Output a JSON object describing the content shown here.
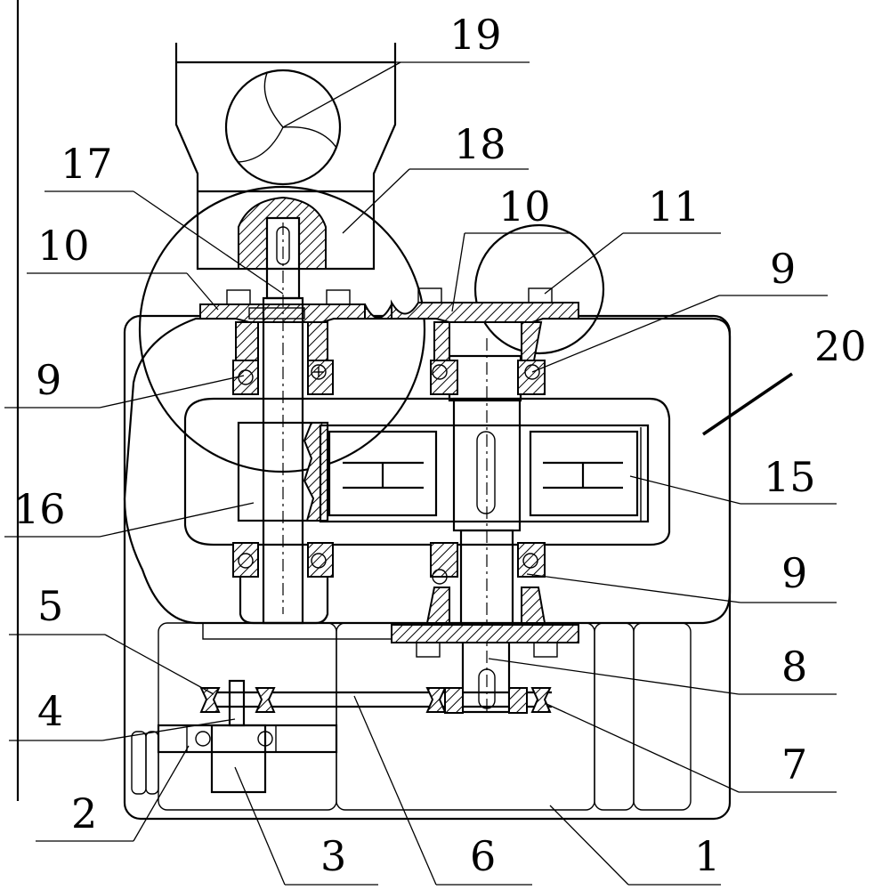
{
  "labels": {
    "l1": "1",
    "l2": "2",
    "l3": "3",
    "l4": "4",
    "l5": "5",
    "l6": "6",
    "l7": "7",
    "l8": "8",
    "l9a": "9",
    "l9b": "9",
    "l9c": "9",
    "l10a": "10",
    "l10b": "10",
    "l11": "11",
    "l15": "15",
    "l16": "16",
    "l17": "17",
    "l18": "18",
    "l19": "19",
    "l20": "20"
  },
  "icons": {
    "fan": "fan-icon",
    "bearing": "bearing-icon"
  }
}
